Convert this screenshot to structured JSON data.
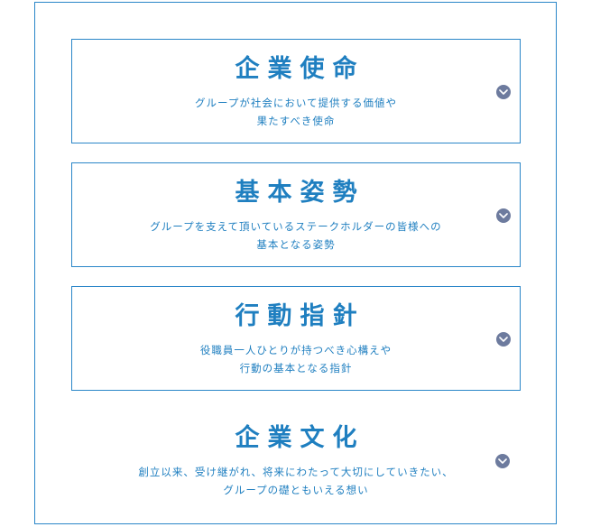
{
  "cards": [
    {
      "title": "企業使命",
      "desc_line1": "グループが社会において提供する価値や",
      "desc_line2": "果たすべき使命",
      "icon": "chevron-down-icon"
    },
    {
      "title": "基本姿勢",
      "desc_line1": "グループを支えて頂いているステークホルダーの皆様への",
      "desc_line2": "基本となる姿勢",
      "icon": "chevron-down-icon"
    },
    {
      "title": "行動指針",
      "desc_line1": "役職員一人ひとりが持つべき心構えや",
      "desc_line2": "行動の基本となる指針",
      "icon": "chevron-down-icon"
    },
    {
      "title": "企業文化",
      "desc_line1": "創立以来、受け継がれ、将来にわたって大切にしていきたい、",
      "desc_line2": "グループの礎ともいえる想い",
      "icon": "chevron-down-icon"
    }
  ],
  "colors": {
    "accent": "#1f7fc0",
    "border": "#2a86c8",
    "icon_bg": "#6d7b9e"
  }
}
